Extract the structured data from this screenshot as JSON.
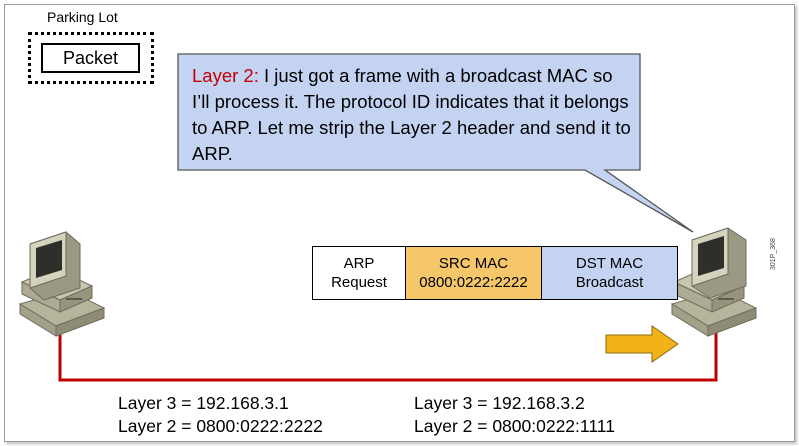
{
  "parking_lot": {
    "label": "Parking Lot",
    "packet_label": "Packet"
  },
  "callout": {
    "lead": "Layer 2:",
    "text": " I just got a frame with a broadcast MAC so I’ll process it. The protocol ID indicates that it belongs to ARP. Let me strip the Layer 2 header and send it to ARP.",
    "lead_color": "#c00000",
    "fill_color": "#c5d3f2"
  },
  "frame_fields": [
    {
      "line1": "ARP",
      "line2": "Request",
      "color": "#ffffff"
    },
    {
      "line1": "SRC MAC",
      "line2": "0800:0222:2222",
      "color": "#f5c66a"
    },
    {
      "line1": "DST MAC",
      "line2": "Broadcast",
      "color": "#c5d3f2"
    }
  ],
  "hosts": {
    "left": {
      "layer3": "Layer 3 = 192.168.3.1",
      "layer2": "Layer 2 = 0800:0222:2222"
    },
    "right": {
      "layer3": "Layer 3 = 192.168.3.2",
      "layer2": "Layer 2 = 0800:0222:1111"
    }
  },
  "figure_id": "301P_368",
  "colors": {
    "link_line": "#c00000",
    "arrow": "#f2b21a"
  }
}
